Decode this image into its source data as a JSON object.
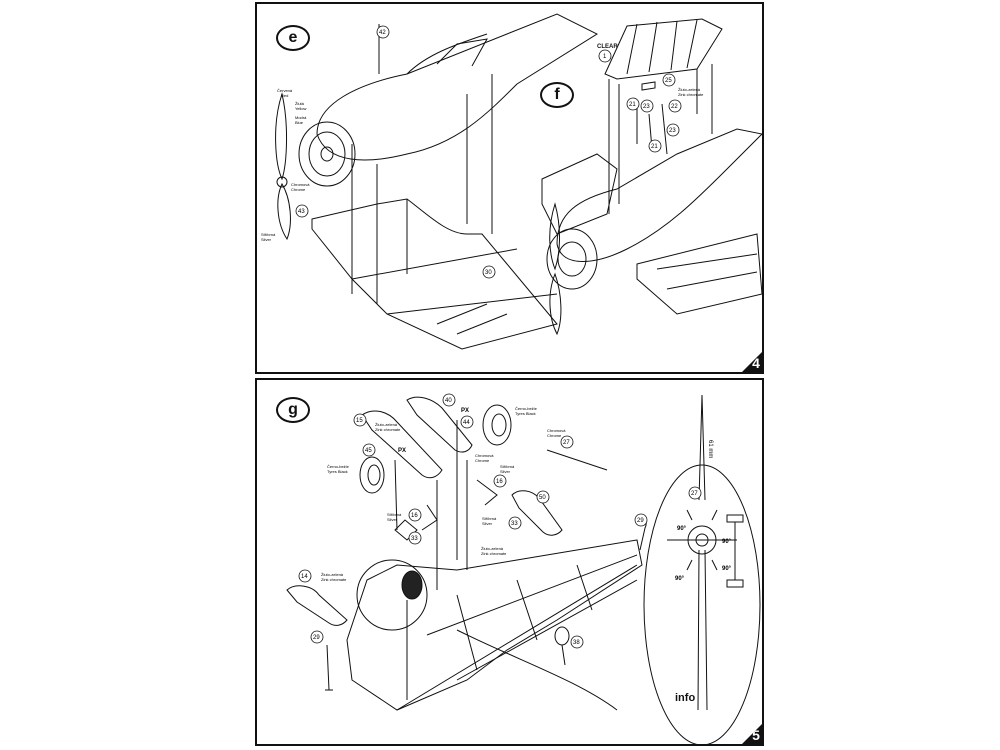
{
  "top_panel": {
    "step_e": "e",
    "step_f": "f",
    "page_number": "4",
    "clear_label": "CLEAR",
    "parts": [
      "42",
      "43",
      "30",
      "1",
      "25",
      "23",
      "22",
      "21",
      "23",
      "21"
    ],
    "colors": {
      "prop": [
        "Červená",
        "Red",
        "Žlutá",
        "Yellow",
        "Modrá",
        "Blue"
      ],
      "spinner": [
        "Chromová",
        "Chrome"
      ],
      "blade": [
        "Stříbrná",
        "Silver"
      ],
      "canopy": [
        "Žluto-zelená",
        "Zink chromate"
      ]
    }
  },
  "bottom_panel": {
    "step_g": "g",
    "page_number": "5",
    "info_label": "info",
    "px_labels": [
      "PX",
      "PX"
    ],
    "parts": [
      "15",
      "40",
      "44",
      "45",
      "16",
      "33",
      "16",
      "33",
      "50",
      "27",
      "29",
      "14",
      "29",
      "38",
      "27",
      "61 mm"
    ],
    "angles": [
      "90°",
      "90°",
      "90°",
      "90°"
    ],
    "colors": {
      "c15": [
        "Žluto-zelená",
        "Zink chromate"
      ],
      "c45": [
        "Černo-bežle",
        "Tyres Black"
      ],
      "c44": [
        "Černo-bežle",
        "Tyres Black"
      ],
      "c27": [
        "Chromová",
        "Chrome"
      ],
      "cleg": [
        "Chromová",
        "Chrome"
      ],
      "silver1": [
        "Stříbrná",
        "Silver"
      ],
      "silver2": [
        "Stříbrná",
        "Silver"
      ],
      "silver3": [
        "Stříbrná",
        "Silver"
      ],
      "zink2": [
        "Žluto-zelená",
        "Zink chromate"
      ],
      "c14": [
        "Žluto-zelená",
        "Zink chromate"
      ]
    }
  }
}
